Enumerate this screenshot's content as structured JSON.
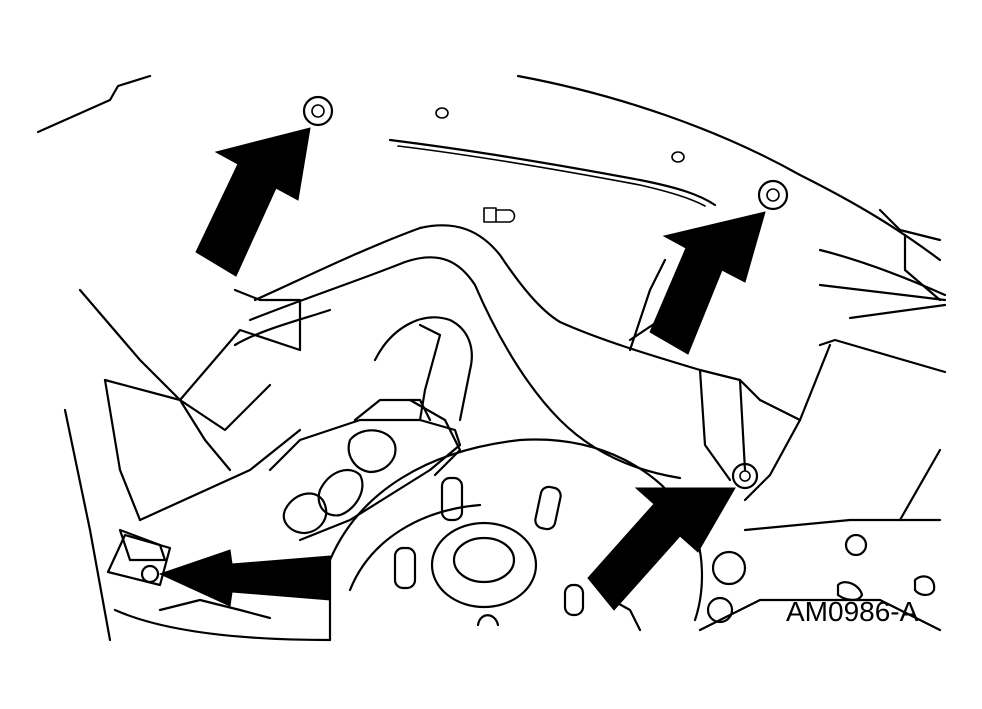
{
  "figure": {
    "id_label": "AM0986-A",
    "colors": {
      "line": "#000000",
      "background": "#ffffff"
    },
    "callouts": [
      {
        "name": "upper-left-fastener-arrow"
      },
      {
        "name": "upper-right-fastener-arrow"
      },
      {
        "name": "lower-right-fastener-arrow"
      },
      {
        "name": "lower-left-bracket-arrow"
      }
    ]
  }
}
